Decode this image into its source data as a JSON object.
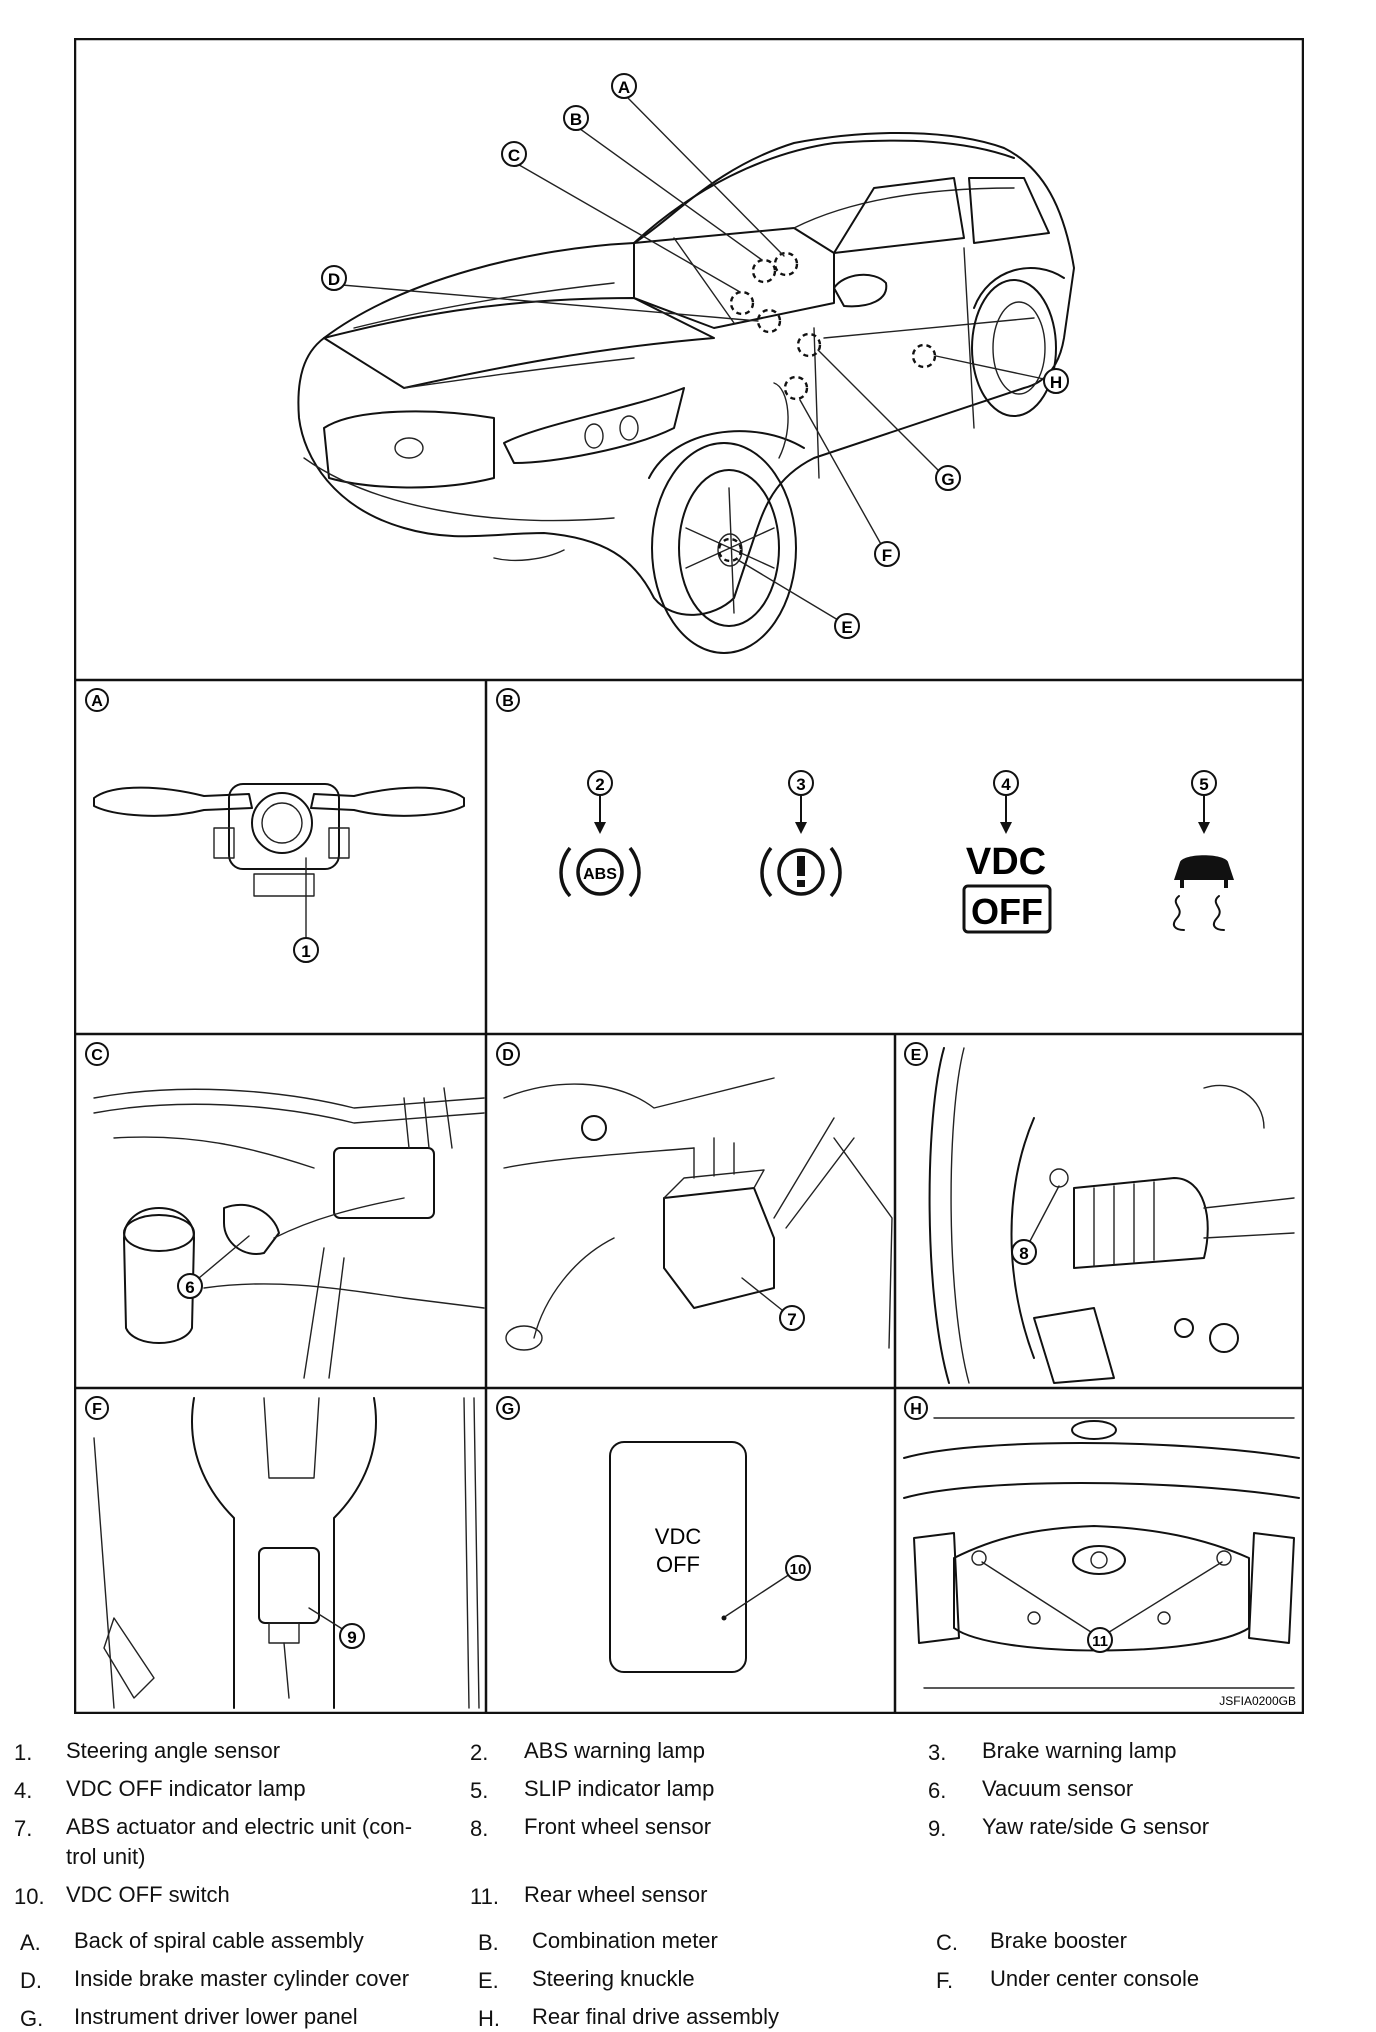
{
  "panels": {
    "A": "A",
    "B": "B",
    "C": "C",
    "D": "D",
    "E": "E",
    "F": "F",
    "G": "G",
    "H": "H"
  },
  "callouts": [
    "1",
    "2",
    "3",
    "4",
    "5",
    "6",
    "7",
    "8",
    "9",
    "10",
    "11"
  ],
  "vdc_off_lamp": {
    "line1": "VDC",
    "line2": "OFF"
  },
  "vdc_off_switch": {
    "line1": "VDC",
    "line2": "OFF"
  },
  "abs_lamp_text": "ABS",
  "figure_code": "JSFIA0200GB",
  "legend_numbers": [
    {
      "num": "1.",
      "text": "Steering angle sensor"
    },
    {
      "num": "2.",
      "text": "ABS warning lamp"
    },
    {
      "num": "3.",
      "text": "Brake warning lamp"
    },
    {
      "num": "4.",
      "text": "VDC OFF indicator lamp"
    },
    {
      "num": "5.",
      "text": "SLIP indicator lamp"
    },
    {
      "num": "6.",
      "text": "Vacuum sensor"
    },
    {
      "num": "7.",
      "text": "ABS actuator and electric unit (con-",
      "text2": "trol unit)"
    },
    {
      "num": "8.",
      "text": "Front wheel sensor"
    },
    {
      "num": "9.",
      "text": "Yaw rate/side G sensor"
    },
    {
      "num": "10.",
      "text": "VDC OFF switch"
    },
    {
      "num": "11.",
      "text": "Rear wheel sensor"
    }
  ],
  "legend_letters": [
    {
      "num": "A.",
      "text": "Back of spiral cable assembly"
    },
    {
      "num": "B.",
      "text": "Combination meter"
    },
    {
      "num": "C.",
      "text": "Brake booster"
    },
    {
      "num": "D.",
      "text": "Inside brake master cylinder cover"
    },
    {
      "num": "E.",
      "text": "Steering knuckle"
    },
    {
      "num": "F.",
      "text": "Under center console"
    },
    {
      "num": "G.",
      "text": "Instrument driver lower panel"
    },
    {
      "num": "H.",
      "text": "Rear final drive assembly"
    }
  ]
}
